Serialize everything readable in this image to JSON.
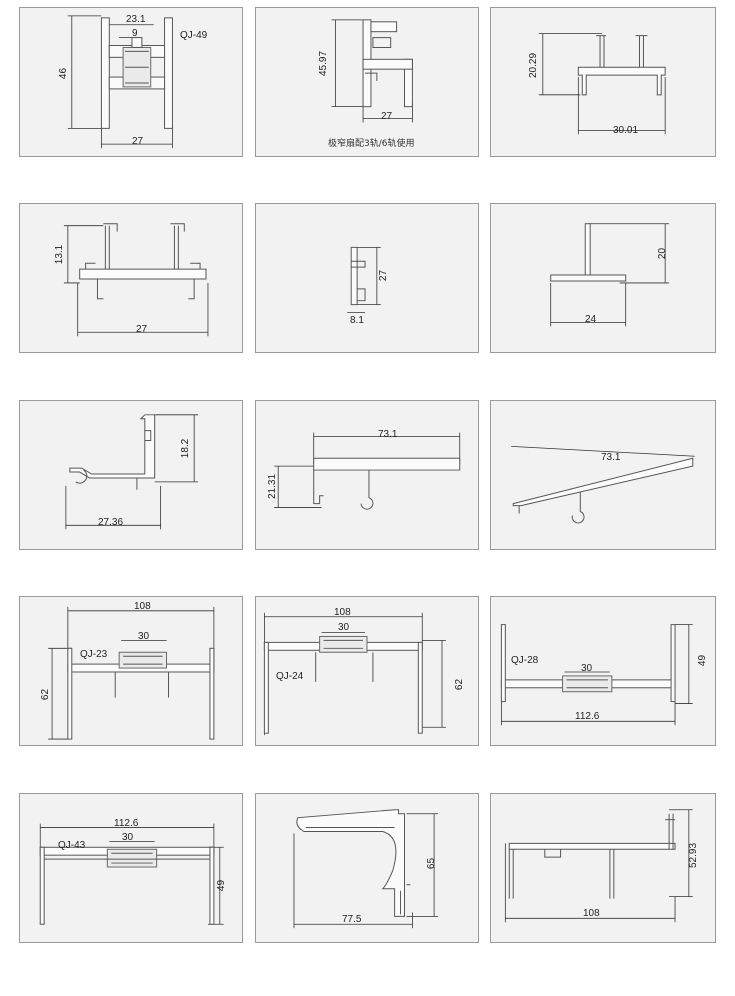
{
  "panels": [
    {
      "id": "p1",
      "code": "QJ-49",
      "dims": [
        "23.1",
        "9",
        "46",
        "27"
      ]
    },
    {
      "id": "p2",
      "caption": "极窄扇配3轨/6轨使用",
      "dims": [
        "45.97",
        "27"
      ]
    },
    {
      "id": "p3",
      "dims": [
        "20.29",
        "30.01"
      ]
    },
    {
      "id": "p4",
      "dims": [
        "13.1",
        "27"
      ]
    },
    {
      "id": "p5",
      "dims": [
        "27",
        "8.1"
      ]
    },
    {
      "id": "p6",
      "dims": [
        "20",
        "24"
      ]
    },
    {
      "id": "p7",
      "dims": [
        "18.2",
        "27.36"
      ]
    },
    {
      "id": "p8",
      "dims": [
        "73.1",
        "21.31"
      ]
    },
    {
      "id": "p9",
      "dims": [
        "73.1"
      ]
    },
    {
      "id": "p10",
      "code": "QJ-23",
      "dims": [
        "108",
        "30",
        "62"
      ]
    },
    {
      "id": "p11",
      "code": "QJ-24",
      "dims": [
        "108",
        "30",
        "62"
      ]
    },
    {
      "id": "p12",
      "code": "QJ-28",
      "dims": [
        "30",
        "49",
        "112.6"
      ]
    },
    {
      "id": "p13",
      "code": "QJ-43",
      "dims": [
        "112.6",
        "30",
        "49"
      ]
    },
    {
      "id": "p14",
      "dims": [
        "65",
        "77.5"
      ]
    },
    {
      "id": "p15",
      "dims": [
        "52.93",
        "108"
      ]
    }
  ]
}
